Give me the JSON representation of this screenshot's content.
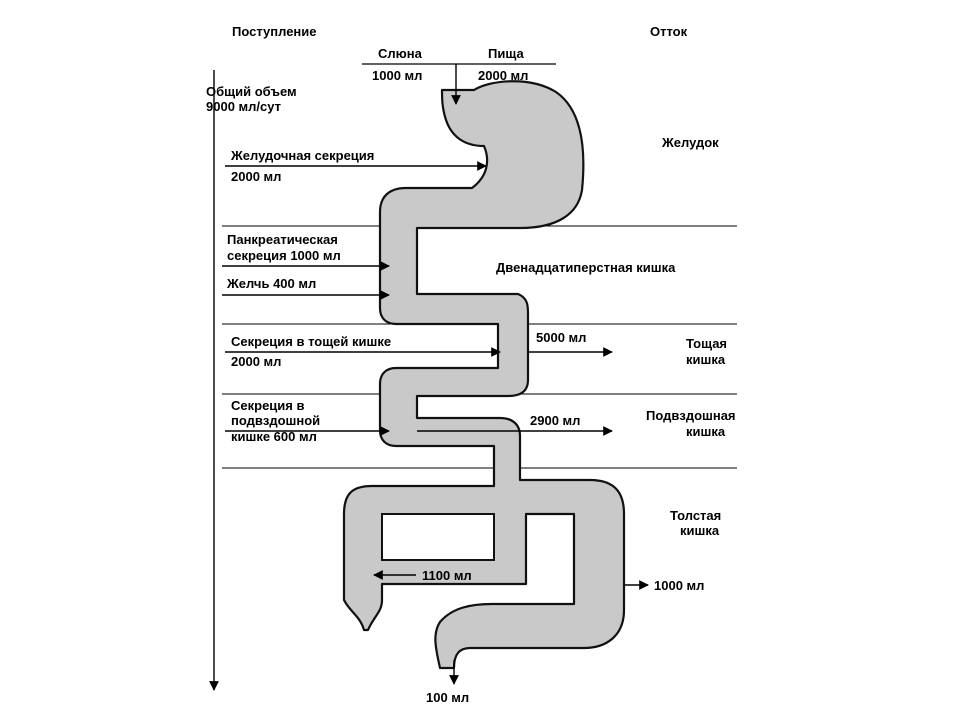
{
  "headers": {
    "intake": "Поступление",
    "outflow": "Отток"
  },
  "total": {
    "line1": "Общий объем",
    "line2": "9000 мл/сут"
  },
  "inputs": {
    "saliva": {
      "name": "Слюна",
      "volume": "1000 мл"
    },
    "food": {
      "name": "Пища",
      "volume": "2000 мл"
    },
    "gastric": {
      "line1": "Желудочная секреция",
      "line2": "2000 мл"
    },
    "pancreatic": {
      "line1": "Панкреатическая",
      "line2": "секреция 1000 мл"
    },
    "bile": {
      "line1": "Желчь 400 мл"
    },
    "jejunal": {
      "line1": "Секреция в тощей кишке",
      "line2": "2000 мл"
    },
    "ileal": {
      "line1": "Секреция в",
      "line2": "подвздошной",
      "line3": "кишке 600 мл"
    }
  },
  "segments": {
    "stomach": {
      "line1": "Желудок"
    },
    "duodenum": {
      "line1": "Двенадцатиперстная кишка"
    },
    "jejunum": {
      "line1": "Тощая",
      "line2": "кишка"
    },
    "ileum": {
      "line1": "Подвздошная",
      "line2": "кишка"
    },
    "colon": {
      "line1": "Толстая",
      "line2": "кишка"
    }
  },
  "outputs": {
    "jejunum": "5000 мл",
    "ileum": "2900 мл",
    "colon_return": "1100 мл",
    "colon_absorb": "1000 мл",
    "excreted": "100 мл"
  },
  "colors": {
    "tract_fill": "#c9c9c9",
    "ink": "#000000"
  }
}
